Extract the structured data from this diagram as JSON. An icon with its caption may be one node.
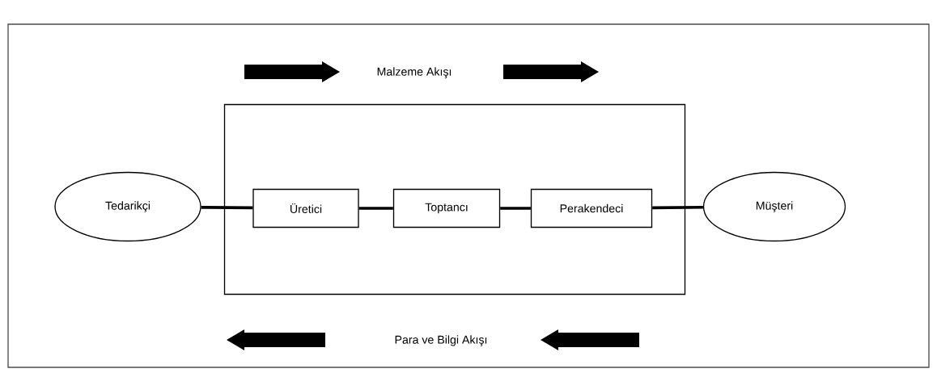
{
  "diagram": {
    "nodes": [
      {
        "text": [
          "Tedarikçi"
        ]
      },
      {
        "text": [],
        "shape": "box"
      },
      {
        "text": [
          "Üretici"
        ],
        "in": 1
      },
      {
        "text": [
          "Toptancı"
        ],
        "in": 1
      },
      {
        "text": [
          "Perakendeci"
        ],
        "in": 1
      },
      {
        "text": [
          "Müşteri"
        ]
      }
    ],
    "edges": [
      {
        "from": 0,
        "to": 2,
        "arrow": "none"
      },
      {
        "from": 2,
        "to": 3,
        "arrow": "none"
      },
      {
        "from": 3,
        "to": 4,
        "arrow": "none"
      },
      {
        "from": 4,
        "to": 5,
        "arrow": "none"
      }
    ],
    "labels": [
      "Malzeme Akışı",
      "Para ve Bilgi Akışı"
    ]
  }
}
